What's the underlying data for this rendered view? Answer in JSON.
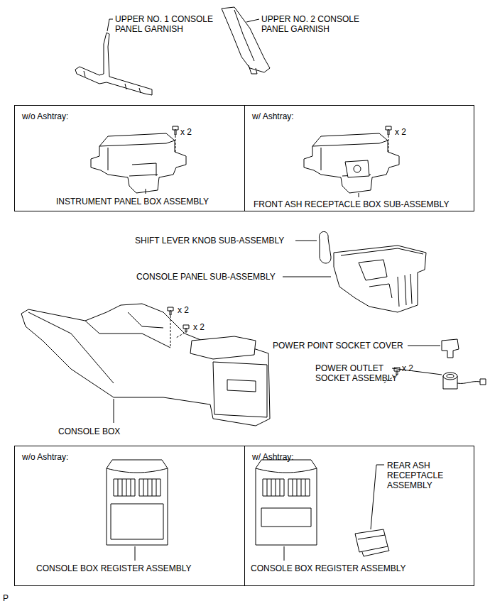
{
  "diagram": {
    "nodes": [
      {
        "text": [
          "w/o Ashtray:",
          "x 2",
          "INSTRUMENT PANEL BOX ASSEMBLY"
        ]
      },
      {
        "text": [
          "w/ Ashtray:",
          "x 2",
          "FRONT ASH RECEPTACLE BOX SUB-ASSEMBLY"
        ]
      },
      {
        "text": [
          "w/o Ashtray:",
          "CONSOLE BOX REGISTER ASSEMBLY"
        ]
      },
      {
        "text": [
          "w/ Ashtray:",
          "REAR ASH RECEPTACLE ASSEMBLY",
          "CONSOLE BOX REGISTER ASSEMBLY"
        ]
      }
    ],
    "labels": [
      "UPPER NO. 1 CONSOLE PANEL GARNISH",
      "UPPER NO. 2 CONSOLE PANEL GARNISH",
      "SHIFT LEVER KNOB SUB-ASSEMBLY",
      "CONSOLE PANEL SUB-ASSEMBLY",
      "x 2",
      "x 2",
      "x 2",
      "POWER POINT SOCKET COVER",
      "POWER OUTLET SOCKET ASSEMBLY",
      "CONSOLE BOX",
      "P"
    ]
  }
}
